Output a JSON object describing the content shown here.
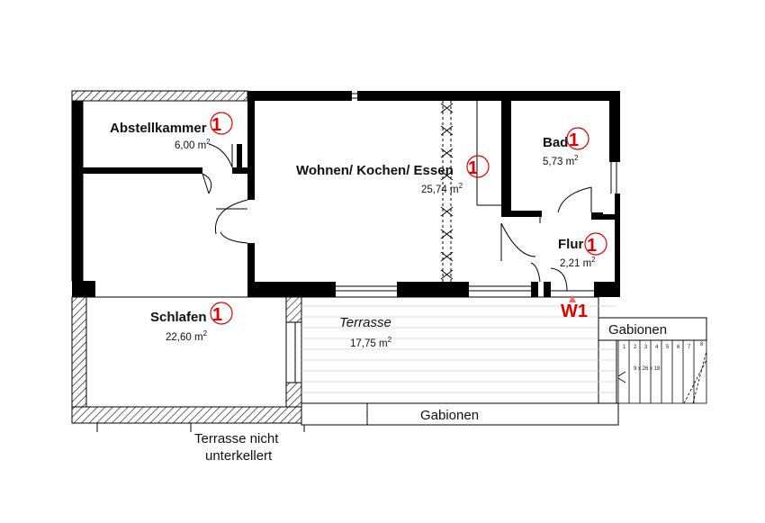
{
  "rooms": {
    "abstellkammer": {
      "name": "Abstellkammer",
      "area": "6,00 m",
      "sup": "2",
      "badge": "1"
    },
    "wohnen": {
      "name": "Wohnen/ Kochen/ Essen",
      "area": "25,74 m",
      "sup": "2",
      "badge": "1"
    },
    "bad": {
      "name": "Bad",
      "area": "5,73 m",
      "sup": "2",
      "badge": "1"
    },
    "flur": {
      "name": "Flur",
      "area": "2,21 m",
      "sup": "2",
      "badge": "1"
    },
    "schlafen": {
      "name": "Schlafen",
      "area": "22,60 m",
      "sup": "2",
      "badge": "1"
    },
    "terrasse": {
      "name": "Terrasse",
      "area": "17,75 m",
      "sup": "2"
    }
  },
  "markers": {
    "w1": "W1"
  },
  "labels": {
    "gabionen_right": "Gabionen",
    "gabionen_bottom": "Gabionen",
    "note_line1": "Terrasse nicht",
    "note_line2": "unterkellert",
    "stair_dims": "9 x 26 x 18"
  },
  "stair_numbers": [
    "1",
    "2",
    "3",
    "4",
    "5",
    "6",
    "7",
    "8"
  ],
  "colors": {
    "wall": "#000000",
    "badge": "#e10000",
    "marker": "#ff6666"
  }
}
